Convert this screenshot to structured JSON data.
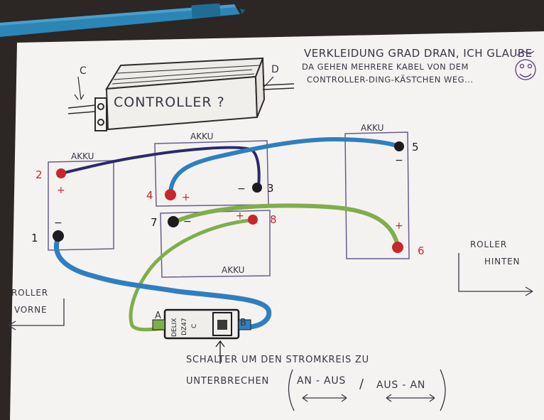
{
  "note": {
    "line1": "VERKLEIDUNG GRAD DRAN, ICH GLAUBE",
    "line2": "DA GEHEN MEHRERE KABEL VON DEM",
    "line3": "CONTROLLER-DING-KÄSTCHEN WEG..."
  },
  "controller": {
    "label": "CONTROLLER ?",
    "left_tag": "C",
    "right_tag": "D"
  },
  "batteries": [
    {
      "label": "AKKU"
    },
    {
      "label": "AKKU"
    },
    {
      "label": "AKKU"
    },
    {
      "label": "AKKU"
    }
  ],
  "terminals": {
    "t1": "1",
    "t2": "2",
    "t3": "3",
    "t4": "4",
    "t5": "5",
    "t6": "6",
    "t7": "7",
    "t8": "8",
    "plus": "+",
    "minus": "−"
  },
  "switch": {
    "left_tag": "A",
    "right_tag": "B",
    "body_line1": "DELIX",
    "body_line2": "DZ47",
    "body_line3": "C",
    "caption1": "SCHALTER UM DEN STROMKREIS ZU",
    "caption2": "UNTERBRECHEN",
    "option_on": "AN - AUS",
    "slash": "/",
    "option_off": "AUS - AN"
  },
  "roller_front": {
    "line1": "ROLLER",
    "line2": "VORNE"
  },
  "roller_back": {
    "line1": "ROLLER",
    "line2": "HINTEN"
  },
  "colors": {
    "paper": "#f4f3f1",
    "ink": "#3f3a52",
    "red": "#c8262b",
    "wire_blue": "#2f7fc0",
    "wire_navy": "#2a2a6a",
    "wire_green": "#7fae4a"
  }
}
